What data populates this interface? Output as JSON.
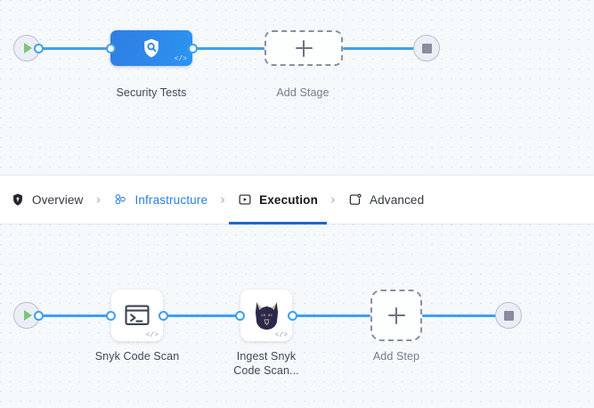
{
  "pipeline": {
    "stage_graph": {
      "start_node": {
        "name": "start-node",
        "icon": "play-icon"
      },
      "end_node": {
        "name": "end-node",
        "icon": "stop-icon"
      },
      "nodes": [
        {
          "id": "stage-security-tests",
          "label": "Security Tests",
          "type": "stage",
          "icon": "shield-scan-icon",
          "badge": "</>"
        },
        {
          "id": "add-stage",
          "label": "Add Stage",
          "type": "add",
          "icon": "plus-icon"
        }
      ]
    },
    "step_graph": {
      "start_node": {
        "name": "start-node",
        "icon": "play-icon"
      },
      "end_node": {
        "name": "end-node",
        "icon": "stop-icon"
      },
      "nodes": [
        {
          "id": "step-snyk-code-scan",
          "label": "Snyk Code Scan",
          "type": "step",
          "icon": "terminal-icon",
          "badge": "</>"
        },
        {
          "id": "step-ingest-snyk",
          "label_line1": "Ingest Snyk",
          "label_line2": "Code Scan...",
          "type": "step",
          "icon": "snyk-dog-icon",
          "badge": "</>"
        },
        {
          "id": "add-step",
          "label": "Add Step",
          "type": "add",
          "icon": "plus-icon"
        }
      ]
    }
  },
  "tabbar": {
    "separator": "›",
    "tabs": [
      {
        "id": "overview",
        "label": "Overview",
        "icon": "shield-icon",
        "state": "default"
      },
      {
        "id": "infrastructure",
        "label": "Infrastructure",
        "icon": "cluster-icon",
        "state": "link"
      },
      {
        "id": "execution",
        "label": "Execution",
        "icon": "play-frame-icon",
        "state": "active"
      },
      {
        "id": "advanced",
        "label": "Advanced",
        "icon": "card-gear-icon",
        "state": "default"
      }
    ]
  },
  "colors": {
    "wire": "#3da0f0",
    "accent": "#2a7de1",
    "active_underline": "#1d68c3",
    "stage_gradient_from": "#2f7ee0",
    "stage_gradient_to": "#2b95f2",
    "canvas_bg": "#f6f9fb",
    "snyk_navy": "#2b2a4d"
  }
}
